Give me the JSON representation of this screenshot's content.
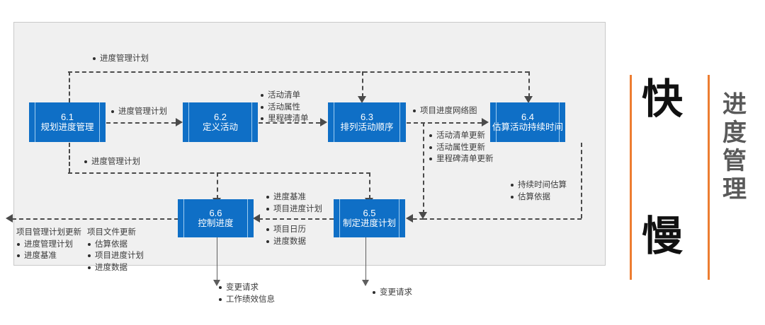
{
  "diagram": {
    "title_panel": {
      "big_chars": [
        "快",
        "慢"
      ],
      "side_text": [
        "进",
        "度",
        "管",
        "理"
      ],
      "accent_color": "#ed7d31",
      "side_color": "#595959"
    },
    "box_color": "#0f6fc6",
    "boxes": [
      {
        "id": "6.1",
        "num": "6.1",
        "name": "规划进度管理"
      },
      {
        "id": "6.2",
        "num": "6.2",
        "name": "定义活动"
      },
      {
        "id": "6.3",
        "num": "6.3",
        "name": "排列活动顺序"
      },
      {
        "id": "6.4",
        "num": "6.4",
        "name": "估算活动持续时间"
      },
      {
        "id": "6.5",
        "num": "6.5",
        "name": "制定进度计划"
      },
      {
        "id": "6.6",
        "num": "6.6",
        "name": "控制进度"
      }
    ],
    "labels": {
      "top_loop": "进度管理计划",
      "l61_to_62": "进度管理计划",
      "mid_loop": "进度管理计划",
      "l62_to_63": [
        "活动清单",
        "活动属性",
        "里程碑清单"
      ],
      "l63_to_64": "项目进度网络图",
      "l63_down": [
        "活动清单更新",
        "活动属性更新",
        "里程碑清单更新"
      ],
      "l64_to_65": [
        "持续时间估算",
        "估算依据"
      ],
      "l65_to_66_top": [
        "进度基准",
        "项目进度计划"
      ],
      "l65_to_66_bottom": [
        "项目日历",
        "进度数据"
      ],
      "out_pm_plan_update_head": "项目管理计划更新",
      "out_pm_plan_update": [
        "进度管理计划",
        "进度基准"
      ],
      "out_doc_update_head": "项目文件更新",
      "out_doc_update": [
        "估算依据",
        "项目进度计划",
        "进度数据"
      ],
      "out_66_bottom": [
        "变更请求",
        "工作绩效信息"
      ],
      "out_65_bottom": [
        "变更请求"
      ]
    }
  }
}
